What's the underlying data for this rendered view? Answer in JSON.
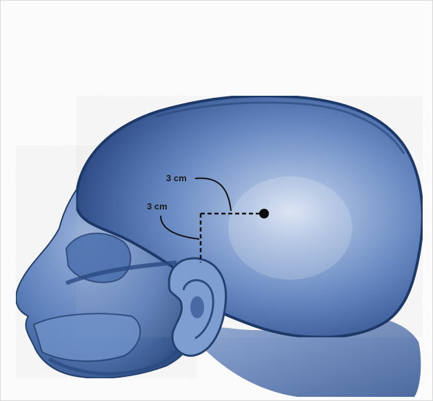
{
  "image": {
    "subject": "skull-3d-render",
    "view": "left-lateral",
    "colors": {
      "background": "#fbfbfb",
      "bone": "#5a7fb8",
      "bone_dark": "#2f4f86",
      "bone_light": "#c7d6ee",
      "annotation": "#111111"
    }
  },
  "annotations": {
    "measure_top": "3 cm",
    "measure_left": "3 cm"
  }
}
